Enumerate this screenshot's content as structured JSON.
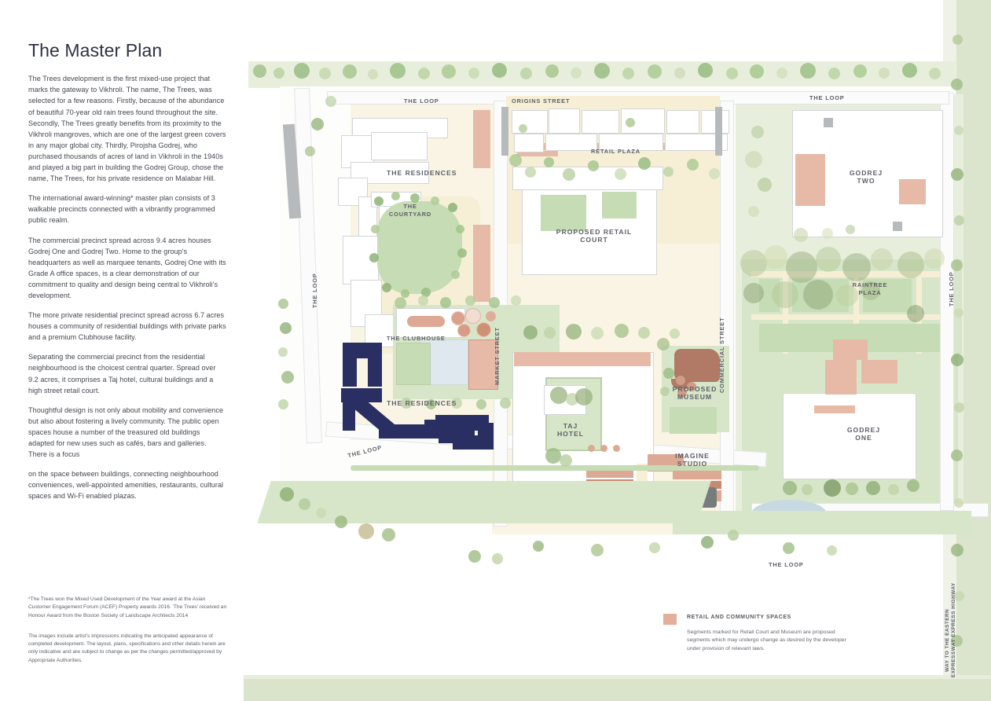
{
  "document": {
    "title": "The Master Plan"
  },
  "article": {
    "paragraphs": [
      "The Trees development is the first mixed-use project that marks the gateway to Vikhroli. The name, The Trees, was selected for a few reasons. Firstly, because of the abundance of beautiful 70-year old rain trees found throughout the site. Secondly, The Trees greatly benefits from its proximity to the Vikhroli mangroves, which are one of the largest green covers in any major global city. Thirdly, Pirojsha Godrej, who purchased thousands of acres of land in Vikhroli in the 1940s and played a big part in building the Godrej Group, chose the name, The Trees, for his private residence on Malabar Hill.",
      "The international award-winning* master plan consists of  3 walkable precincts connected with a vibrantly programmed public realm.",
      "The commercial precinct spread across 9.4 acres houses Godrej One and Godrej Two. Home to the group's headquarters as well as marquee tenants, Godrej One with its Grade A office spaces, is a clear demonstration of our commitment to quality and design being central to Vikhroli's development.",
      "The more private residential precinct spread across 6.7 acres houses a community of residential buildings with private parks and a premium Clubhouse facility.",
      "Separating the commercial precinct from the residential neighbourhood is the choicest central quarter. Spread over 9.2 acres, it comprises a Taj hotel, cultural buildings and a high street retail court.",
      "Thoughtful design is not only about mobility and convenience but also about fostering a lively community. The public open spaces house a number of the treasured old buildings adapted for new uses such as cafés, bars and galleries. There is a focus",
      "on the space between buildings, connecting neighbourhood conveniences, well-appointed amenities, restaurants, cultural spaces and Wi-Fi enabled plazas."
    ]
  },
  "footnotes": {
    "award": "*The Trees won the Mixed Used Development of the Year award at the Asian Customer Engagement Forum (ACEF) Property awards 2016. 'The Trees' received an Honour Award from the Boston Society of Landscape Architects 2014",
    "disclaimer": "The images include artist's impressions indicating the anticipated appearance of completed development. The layout, plans, specifications and other details herein are only indicative and are subject to change as per the changes permitted/approved by Appropriate Authorities."
  },
  "legend": {
    "swatch_color": "#e3ae9a",
    "title": "RETAIL AND COMMUNITY SPACES",
    "note": "Segments marked for Retail Court and Museum are proposed segments which may undergo change as desired by the developer under provision of relevant laws."
  },
  "map": {
    "labels": {
      "loop_top_left": "THE LOOP",
      "origins_street": "ORIGINS STREET",
      "loop_top_right": "THE LOOP",
      "retail_plaza": "RETAIL PLAZA",
      "residences_north": "THE RESIDENCES",
      "courtyard": "THE COURTYARD",
      "proposed_retail_court": "PROPOSED RETAIL COURT",
      "godrej_two": "GODREJ TWO",
      "loop_left": "THE LOOP",
      "raintree_plaza": "RAINTREE PLAZA",
      "loop_right": "THE LOOP",
      "clubhouse": "THE CLUBHOUSE",
      "commercial_street": "COMMERCIAL STREET",
      "residences_south": "THE RESIDENCES",
      "market_street": "MARKET STREET",
      "proposed_museum": "PROPOSED MUSEUM",
      "taj_hotel": "TAJ HOTEL",
      "imagine_studio": "IMAGINE STUDIO",
      "godrej_one": "GODREJ ONE",
      "loop_bottom_left": "THE LOOP",
      "loop_bottom_right": "THE LOOP",
      "expressway_line1": "WAY TO THE EASTERN",
      "expressway_line2": "EXPRESSWAY EXPRESS HIGHWAY"
    },
    "colors": {
      "retail_terracotta": "#dda894",
      "residential_navy": "#2a2f63",
      "green_open": "#c6dcb4",
      "paving_sand": "#f6efd6",
      "building_white": "#ffffff"
    }
  }
}
